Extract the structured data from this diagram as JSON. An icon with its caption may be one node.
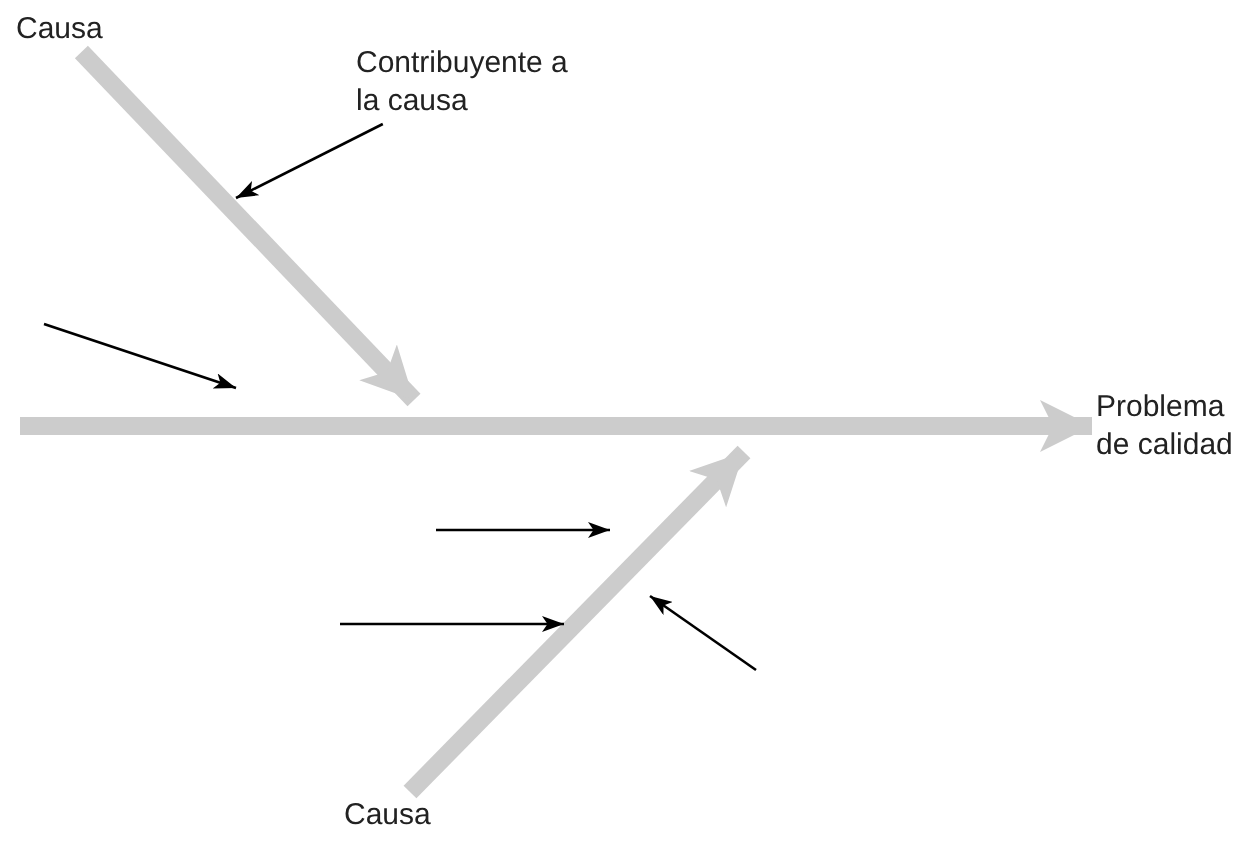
{
  "diagram": {
    "nodes": [
      {
        "text": [
          "Causa"
        ]
      },
      {
        "text": [
          "Contribuyente a la causa"
        ]
      },
      {
        "text": [
          "Problema de calidad"
        ]
      },
      {
        "text": [
          "Causa"
        ]
      }
    ],
    "edges": [
      {
        "from": null,
        "to": 2,
        "arrow": "to"
      },
      {
        "from": 0,
        "to": null,
        "arrow": "to"
      },
      {
        "from": 3,
        "to": null,
        "arrow": "to"
      },
      {
        "from": 1,
        "to": null,
        "arrow": "to",
        "color": "#000000"
      }
    ]
  }
}
